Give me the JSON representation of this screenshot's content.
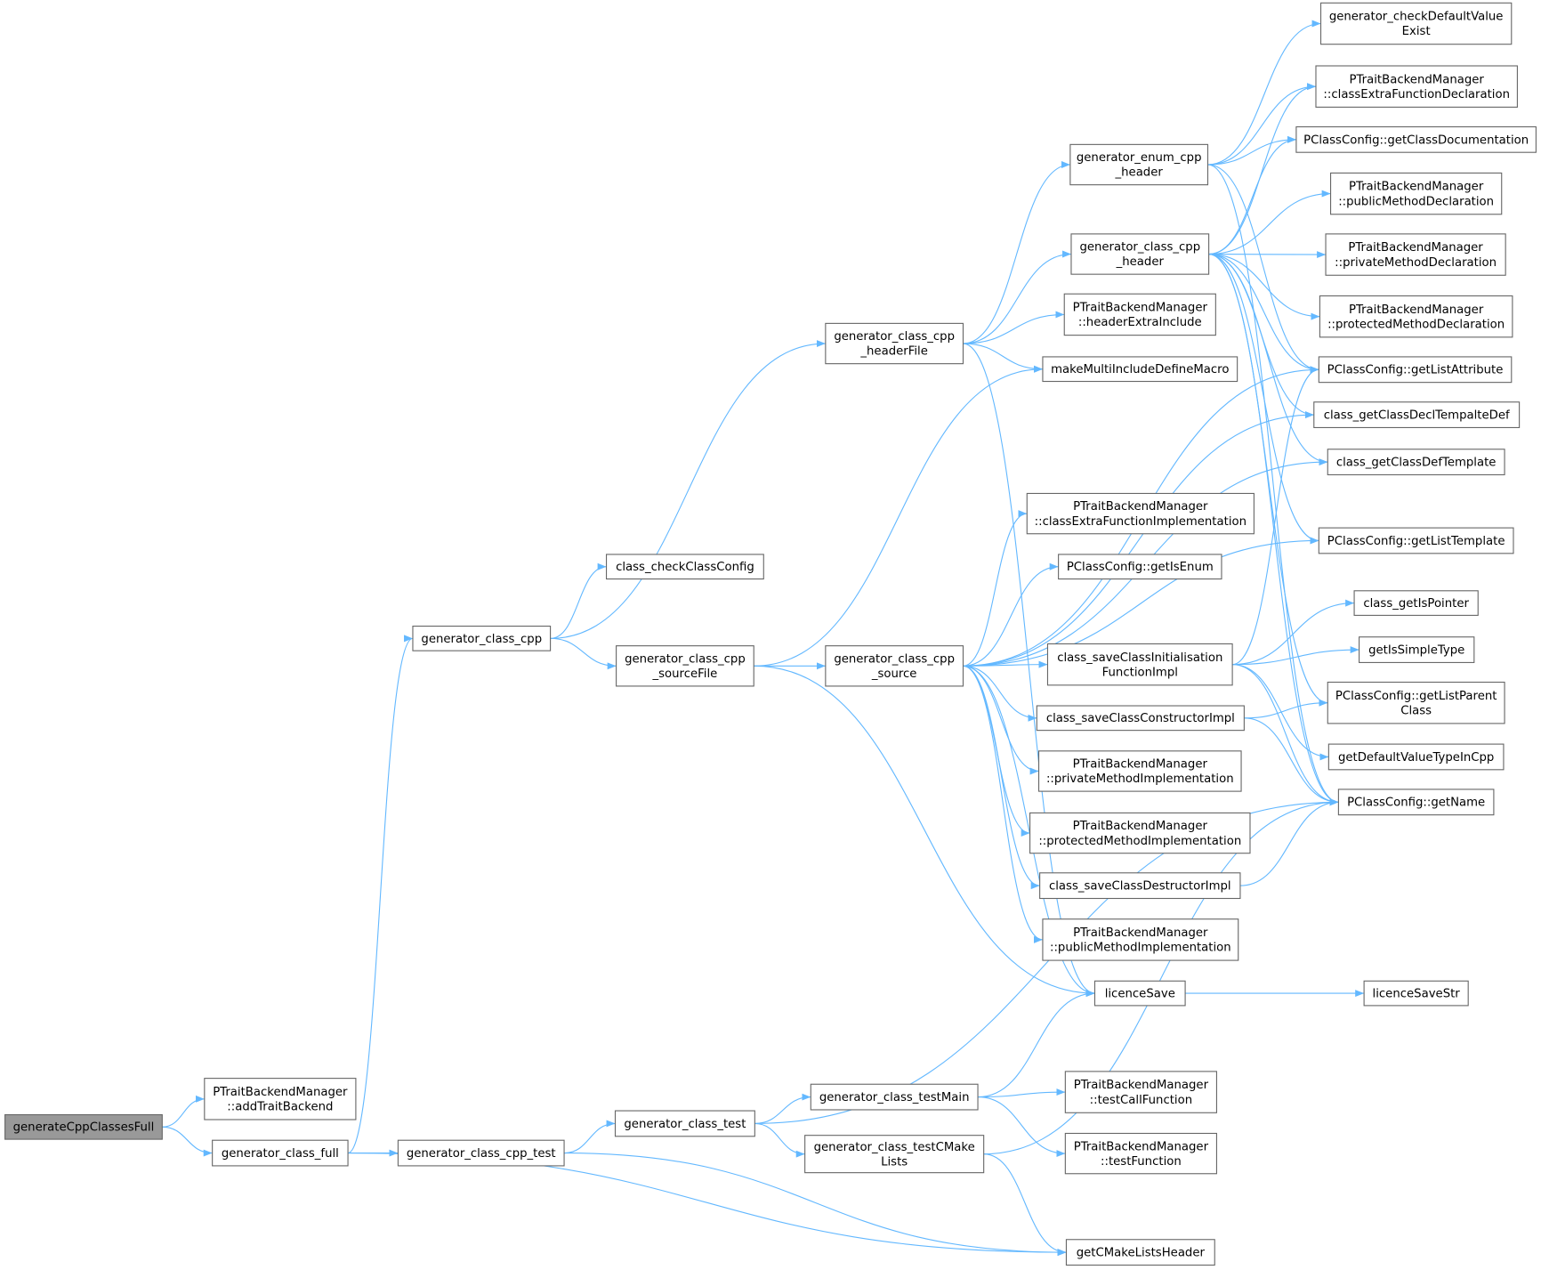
{
  "graph": {
    "type": "call-graph",
    "root": "n1",
    "edge_color": "#63b8ff",
    "root_fill": "#999999",
    "nodes": [
      {
        "id": "n1",
        "lines": [
          "generateCppClassesFull"
        ]
      },
      {
        "id": "n2",
        "lines": [
          "PTraitBackendManager",
          "::addTraitBackend"
        ]
      },
      {
        "id": "n3",
        "lines": [
          "generator_class_full"
        ]
      },
      {
        "id": "n4",
        "lines": [
          "generator_class_cpp"
        ]
      },
      {
        "id": "n5",
        "lines": [
          "class_checkClassConfig"
        ]
      },
      {
        "id": "n6",
        "lines": [
          "generator_class_cpp",
          "_sourceFile"
        ]
      },
      {
        "id": "n7",
        "lines": [
          "generator_class_cpp_test"
        ]
      },
      {
        "id": "n8",
        "lines": [
          "generator_class_test"
        ]
      },
      {
        "id": "n9",
        "lines": [
          "generator_class_cpp",
          "_headerFile"
        ]
      },
      {
        "id": "n10",
        "lines": [
          "generator_class_cpp",
          "_source"
        ]
      },
      {
        "id": "n11",
        "lines": [
          "generator_class_testMain"
        ]
      },
      {
        "id": "n12",
        "lines": [
          "generator_class_testCMake",
          "Lists"
        ]
      },
      {
        "id": "n13",
        "lines": [
          "generator_enum_cpp",
          "_header"
        ]
      },
      {
        "id": "n14",
        "lines": [
          "generator_class_cpp",
          "_header"
        ]
      },
      {
        "id": "n15",
        "lines": [
          "PTraitBackendManager",
          "::headerExtraInclude"
        ]
      },
      {
        "id": "n16",
        "lines": [
          "makeMultiIncludeDefineMacro"
        ]
      },
      {
        "id": "n17",
        "lines": [
          "PTraitBackendManager",
          "::classExtraFunctionImplementation"
        ]
      },
      {
        "id": "n18",
        "lines": [
          "PClassConfig::getIsEnum"
        ]
      },
      {
        "id": "n19",
        "lines": [
          "class_saveClassInitialisation",
          "FunctionImpl"
        ]
      },
      {
        "id": "n20",
        "lines": [
          "class_saveClassConstructorImpl"
        ]
      },
      {
        "id": "n21",
        "lines": [
          "PTraitBackendManager",
          "::privateMethodImplementation"
        ]
      },
      {
        "id": "n22",
        "lines": [
          "PTraitBackendManager",
          "::protectedMethodImplementation"
        ]
      },
      {
        "id": "n23",
        "lines": [
          "class_saveClassDestructorImpl"
        ]
      },
      {
        "id": "n24",
        "lines": [
          "PTraitBackendManager",
          "::publicMethodImplementation"
        ]
      },
      {
        "id": "n25",
        "lines": [
          "licenceSave"
        ]
      },
      {
        "id": "n26",
        "lines": [
          "PTraitBackendManager",
          "::testCallFunction"
        ]
      },
      {
        "id": "n27",
        "lines": [
          "PTraitBackendManager",
          "::testFunction"
        ]
      },
      {
        "id": "n28",
        "lines": [
          "getCMakeListsHeader"
        ]
      },
      {
        "id": "n29",
        "lines": [
          "generator_checkDefaultValue",
          "Exist"
        ]
      },
      {
        "id": "n30",
        "lines": [
          "PTraitBackendManager",
          "::classExtraFunctionDeclaration"
        ]
      },
      {
        "id": "n31",
        "lines": [
          "PClassConfig::getClassDocumentation"
        ]
      },
      {
        "id": "n32",
        "lines": [
          "PTraitBackendManager",
          "::publicMethodDeclaration"
        ]
      },
      {
        "id": "n33",
        "lines": [
          "PTraitBackendManager",
          "::privateMethodDeclaration"
        ]
      },
      {
        "id": "n34",
        "lines": [
          "PTraitBackendManager",
          "::protectedMethodDeclaration"
        ]
      },
      {
        "id": "n35",
        "lines": [
          "PClassConfig::getListAttribute"
        ]
      },
      {
        "id": "n36",
        "lines": [
          "class_getClassDeclTempalteDef"
        ]
      },
      {
        "id": "n37",
        "lines": [
          "class_getClassDefTemplate"
        ]
      },
      {
        "id": "n38",
        "lines": [
          "PClassConfig::getListTemplate"
        ]
      },
      {
        "id": "n39",
        "lines": [
          "class_getIsPointer"
        ]
      },
      {
        "id": "n40",
        "lines": [
          "getIsSimpleType"
        ]
      },
      {
        "id": "n41",
        "lines": [
          "PClassConfig::getListParent",
          "Class"
        ]
      },
      {
        "id": "n42",
        "lines": [
          "getDefaultValueTypeInCpp"
        ]
      },
      {
        "id": "n43",
        "lines": [
          "PClassConfig::getName"
        ]
      },
      {
        "id": "n44",
        "lines": [
          "licenceSaveStr"
        ]
      }
    ],
    "edges": [
      [
        "n1",
        "n2"
      ],
      [
        "n1",
        "n3"
      ],
      [
        "n3",
        "n4"
      ],
      [
        "n3",
        "n7"
      ],
      [
        "n3",
        "n28"
      ],
      [
        "n4",
        "n5"
      ],
      [
        "n4",
        "n6"
      ],
      [
        "n4",
        "n9"
      ],
      [
        "n6",
        "n10"
      ],
      [
        "n6",
        "n16"
      ],
      [
        "n6",
        "n25"
      ],
      [
        "n7",
        "n8"
      ],
      [
        "n7",
        "n28"
      ],
      [
        "n8",
        "n11"
      ],
      [
        "n8",
        "n12"
      ],
      [
        "n8",
        "n43"
      ],
      [
        "n9",
        "n13"
      ],
      [
        "n9",
        "n14"
      ],
      [
        "n9",
        "n15"
      ],
      [
        "n9",
        "n16"
      ],
      [
        "n9",
        "n25"
      ],
      [
        "n10",
        "n17"
      ],
      [
        "n10",
        "n18"
      ],
      [
        "n10",
        "n19"
      ],
      [
        "n10",
        "n20"
      ],
      [
        "n10",
        "n21"
      ],
      [
        "n10",
        "n22"
      ],
      [
        "n10",
        "n23"
      ],
      [
        "n10",
        "n24"
      ],
      [
        "n10",
        "n25"
      ],
      [
        "n10",
        "n35"
      ],
      [
        "n10",
        "n36"
      ],
      [
        "n10",
        "n37"
      ],
      [
        "n10",
        "n38"
      ],
      [
        "n11",
        "n25"
      ],
      [
        "n11",
        "n26"
      ],
      [
        "n11",
        "n27"
      ],
      [
        "n12",
        "n28"
      ],
      [
        "n12",
        "n43"
      ],
      [
        "n13",
        "n29"
      ],
      [
        "n13",
        "n30"
      ],
      [
        "n13",
        "n31"
      ],
      [
        "n13",
        "n35"
      ],
      [
        "n13",
        "n43"
      ],
      [
        "n14",
        "n30"
      ],
      [
        "n14",
        "n31"
      ],
      [
        "n14",
        "n32"
      ],
      [
        "n14",
        "n33"
      ],
      [
        "n14",
        "n34"
      ],
      [
        "n14",
        "n35"
      ],
      [
        "n14",
        "n36"
      ],
      [
        "n14",
        "n37"
      ],
      [
        "n14",
        "n38"
      ],
      [
        "n14",
        "n41"
      ],
      [
        "n14",
        "n43"
      ],
      [
        "n19",
        "n35"
      ],
      [
        "n19",
        "n39"
      ],
      [
        "n19",
        "n40"
      ],
      [
        "n19",
        "n42"
      ],
      [
        "n19",
        "n43"
      ],
      [
        "n20",
        "n41"
      ],
      [
        "n20",
        "n43"
      ],
      [
        "n23",
        "n43"
      ],
      [
        "n25",
        "n44"
      ]
    ]
  }
}
